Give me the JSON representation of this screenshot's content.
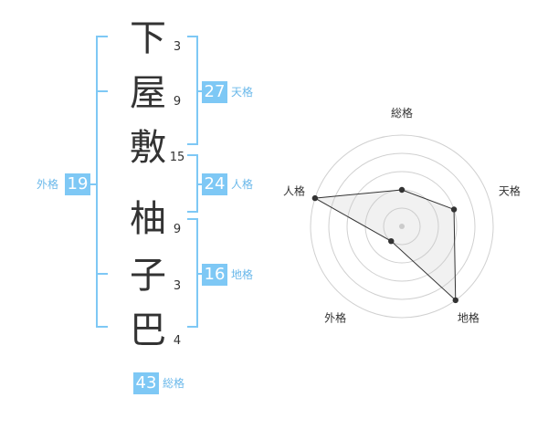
{
  "name": {
    "surname": [
      {
        "char": "下",
        "strokes": "3"
      },
      {
        "char": "屋",
        "strokes": "9"
      },
      {
        "char": "敷",
        "strokes": "15"
      }
    ],
    "given": [
      {
        "char": "柚",
        "strokes": "9"
      },
      {
        "char": "子",
        "strokes": "3"
      },
      {
        "char": "巴",
        "strokes": "4"
      }
    ]
  },
  "fortune": {
    "tenkaku": {
      "value": "27",
      "label": "天格"
    },
    "jinkaku": {
      "value": "24",
      "label": "人格"
    },
    "chikaku": {
      "value": "16",
      "label": "地格"
    },
    "gaikaku": {
      "value": "19",
      "label": "外格"
    },
    "soukaku": {
      "value": "43",
      "label": "総格"
    }
  },
  "colors": {
    "bracket": "#7ec8f5",
    "accent": "#7ec8f5"
  },
  "chart_data": {
    "type": "radar",
    "axes": [
      "総格",
      "天格",
      "地格",
      "外格",
      "人格"
    ],
    "levels": 5,
    "values": [
      2,
      3,
      5,
      1,
      5
    ],
    "max": 5
  }
}
